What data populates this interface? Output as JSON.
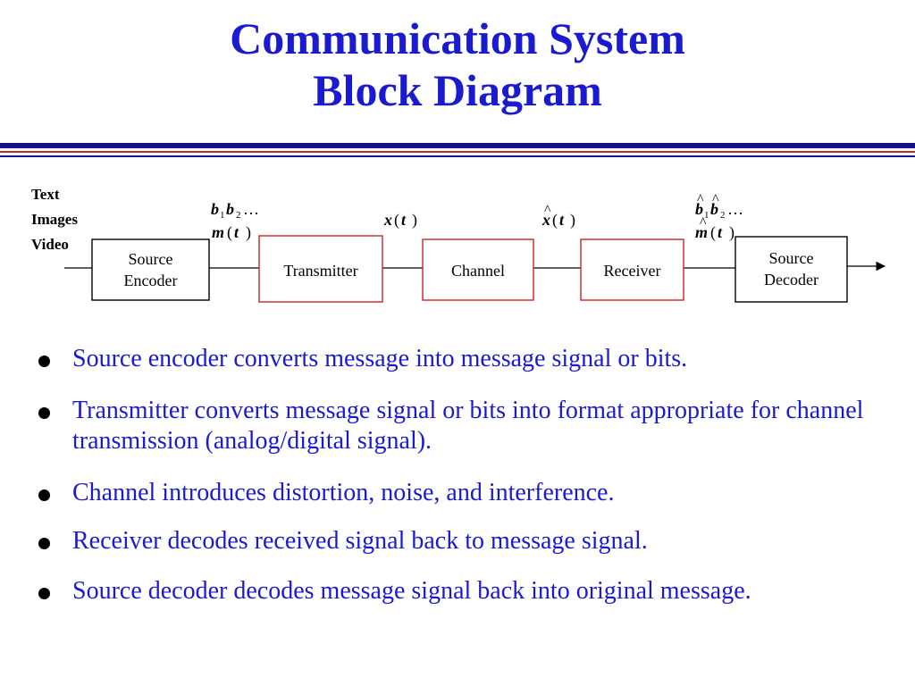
{
  "colors": {
    "title": "#1a1ad0",
    "bullet_text": "#1a1ad0",
    "bullet_dot": "#000000",
    "rule_blue": "#14148a",
    "rule_red": "#cc2222",
    "box_border_black": "#000000",
    "box_border_red": "#cc2222"
  },
  "title": {
    "line1": "Communication System",
    "line2": "Block Diagram"
  },
  "diagram": {
    "input_labels": [
      "Text",
      "Images",
      "Video"
    ],
    "blocks": [
      {
        "label_line1": "Source",
        "label_line2": "Encoder",
        "border": "black"
      },
      {
        "label_line1": "Transmitter",
        "label_line2": "",
        "border": "red"
      },
      {
        "label_line1": "Channel",
        "label_line2": "",
        "border": "red"
      },
      {
        "label_line1": "Receiver",
        "label_line2": "",
        "border": "red"
      },
      {
        "label_line1": "Source",
        "label_line2": "Decoder",
        "border": "black"
      }
    ],
    "signals": {
      "enc_bits": {
        "b": "b",
        "sub1": "1",
        "sub2": "2",
        "dots": "…"
      },
      "enc_msg": {
        "m": "m",
        "t": "t"
      },
      "tx": {
        "x": "x",
        "t": "t"
      },
      "rx": {
        "x": "x",
        "hat": "^",
        "t": "t"
      },
      "dec_bits": {
        "b": "b",
        "hat": "^",
        "sub1": "1",
        "sub2": "2",
        "dots": "…"
      },
      "dec_msg": {
        "m": "m",
        "hat": "^",
        "t": "t"
      }
    }
  },
  "bullets": [
    "Source encoder converts message into message signal or bits.",
    "Transmitter converts message signal or bits into format appropriate for channel transmission (analog/digital signal).",
    "Channel introduces distortion, noise, and interference.",
    "Receiver decodes received signal back to message signal.",
    "Source decoder decodes message signal back into original message."
  ]
}
